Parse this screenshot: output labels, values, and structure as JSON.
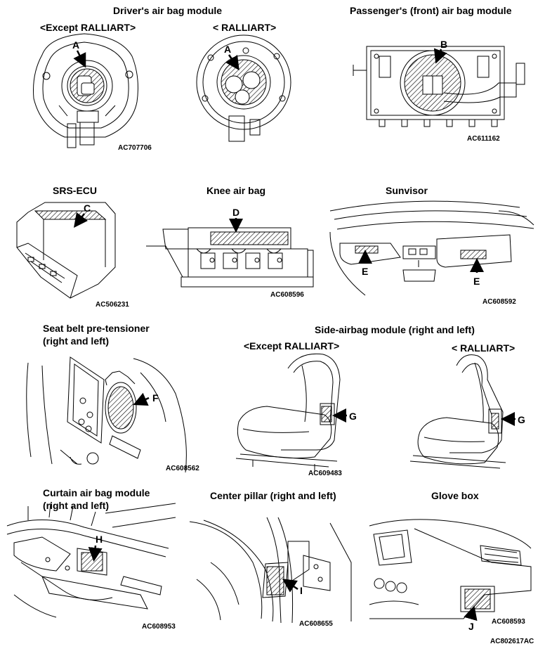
{
  "sections": {
    "driver": {
      "title": "Driver's air bag module",
      "sub_left": "<Except RALLIART>",
      "sub_right": "< RALLIART>",
      "label_left": "A",
      "label_right": "A",
      "code": "AC707706"
    },
    "passenger": {
      "title": "Passenger's (front) air bag module",
      "label": "B",
      "code": "AC611162"
    },
    "srs_ecu": {
      "title": "SRS-ECU",
      "label": "C",
      "code": "AC506231"
    },
    "knee": {
      "title": "Knee air bag",
      "label": "D",
      "code": "AC608596"
    },
    "sunvisor": {
      "title": "Sunvisor",
      "label_left": "E",
      "label_right": "E",
      "code": "AC608592"
    },
    "seat_belt": {
      "title_line1": "Seat belt pre-tensioner",
      "title_line2": "(right and left)",
      "label": "F",
      "code": "AC608562"
    },
    "side_airbag": {
      "title": "Side-airbag module (right and left)",
      "sub_left": "<Except RALLIART>",
      "sub_right": "< RALLIART>",
      "label_left": "G",
      "label_right": "G",
      "code": "AC609483"
    },
    "curtain": {
      "title_line1": "Curtain air bag module",
      "title_line2": "(right and left)",
      "label": "H",
      "code": "AC608953"
    },
    "center_pillar": {
      "title": "Center pillar (right and left)",
      "label": "I",
      "code": "AC608655"
    },
    "glove_box": {
      "title": "Glove box",
      "label": "J",
      "code": "AC608593"
    }
  },
  "footer_code": "AC802617AC"
}
